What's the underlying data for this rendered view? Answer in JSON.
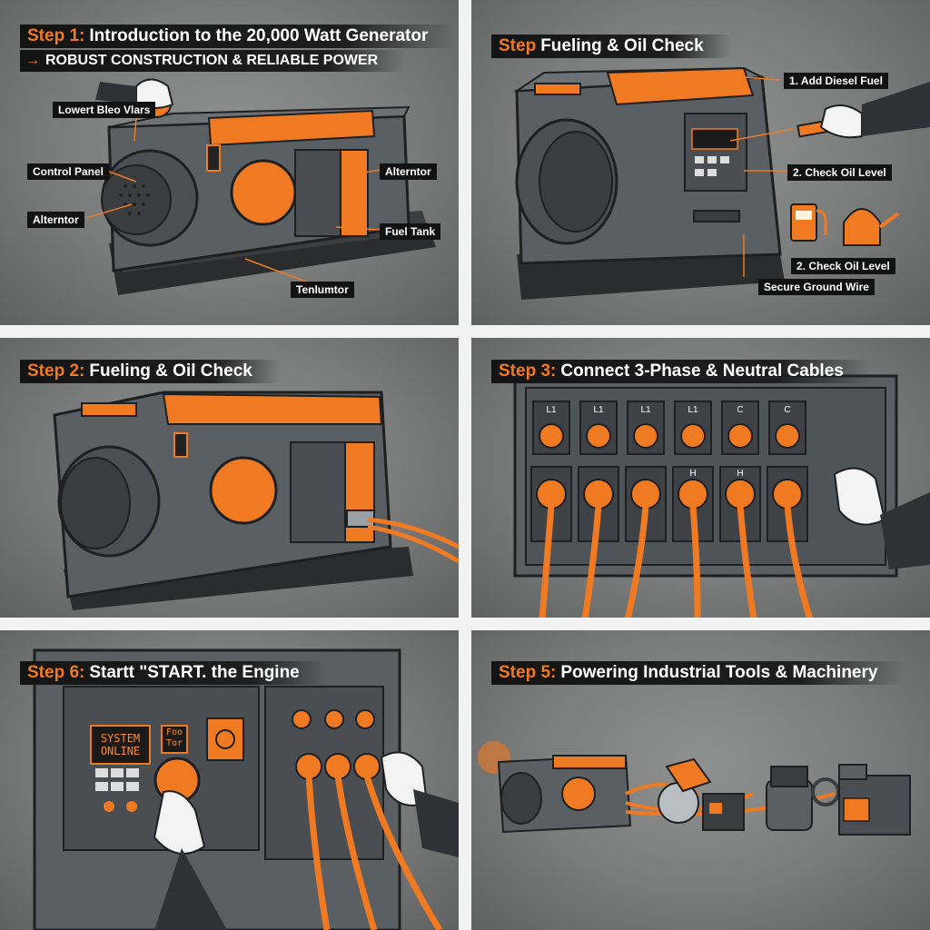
{
  "panels": {
    "p1": {
      "step": "Step 1:",
      "title": "Introduction to the 20,000 Watt Generator",
      "subtitle_arrow": "→",
      "subtitle": "ROBUST CONSTRUCTION & RELIABLE POWER",
      "labels": {
        "lower_vents": "Lowert Bleo Vlars",
        "control_panel": "Control Panel",
        "alternator_left": "Alterntor",
        "alternator_right": "Alterntor",
        "fuel_tank": "Fuel Tank",
        "terminator": "Tenlumtor"
      }
    },
    "p2": {
      "step": "Step",
      "title": "Fueling & Oil Check",
      "labels": {
        "add_fuel": "1. Add Diesel Fuel",
        "check_oil_1": "2. Check Oil Level",
        "check_oil_2": "2. Check Oil Level",
        "ground_wire": "Secure Ground Wire"
      }
    },
    "p3": {
      "step": "Step 2:",
      "title": "Fueling & Oil Check"
    },
    "p4": {
      "step": "Step 3:",
      "title": "Connect 3-Phase & Neutral Cables",
      "top_terminals": [
        "L1",
        "L1",
        "L1",
        "L1",
        "C",
        "C"
      ],
      "bottom_terminals": [
        "",
        "",
        "",
        "H",
        "H",
        ""
      ]
    },
    "p5": {
      "step": "Step 6:",
      "title": "Startt \"START. the Engine",
      "screen_main": "SYSTEM\nONLINE",
      "screen_small": "Foo\nTor"
    },
    "p6": {
      "step": "Step 5:",
      "title": "Powering Industrial Tools & Machinery"
    }
  },
  "colors": {
    "accent": "#f07a22",
    "metal": "#5c6166",
    "dark": "#2a2d30"
  }
}
